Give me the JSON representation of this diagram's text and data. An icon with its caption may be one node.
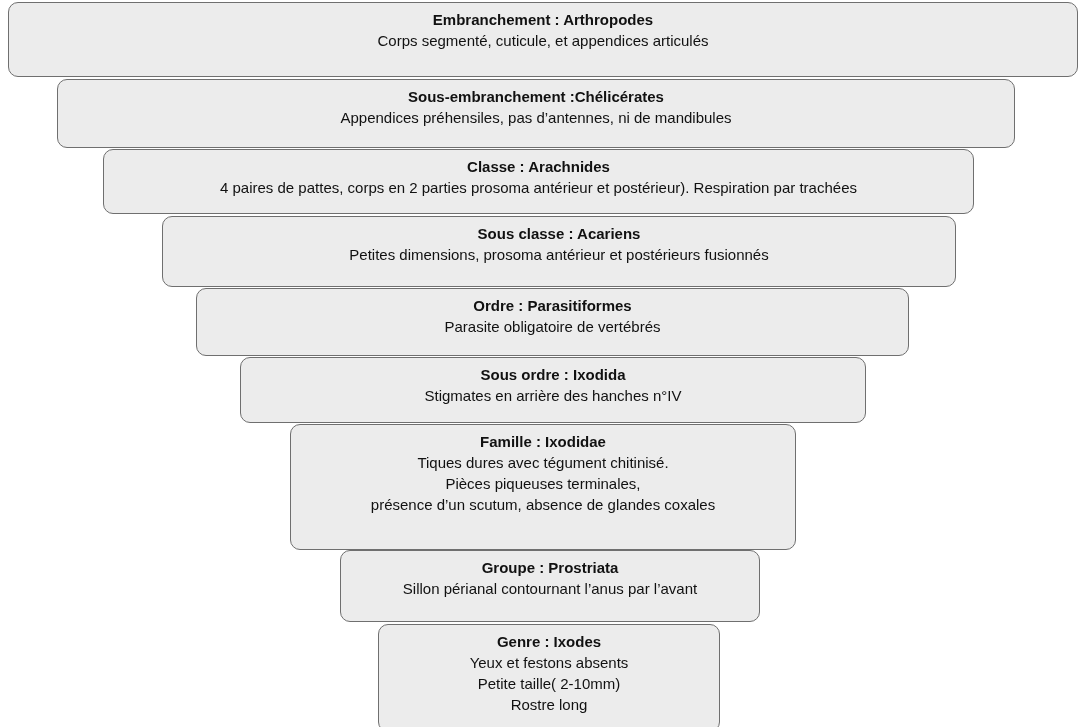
{
  "diagram": {
    "nodes": [
      {
        "text": [
          "Embranchement :  Arthropodes",
          "Corps segmenté, cuticule, et appendices articulés"
        ]
      },
      {
        "text": [
          "Sous-embranchement :Chélicérates",
          "Appendices préhensiles, pas d’antennes, ni de mandibules"
        ]
      },
      {
        "text": [
          "Classe :  Arachnides",
          "4 paires de pattes, corps en 2 parties prosoma antérieur et postérieur). Respiration par trachées"
        ]
      },
      {
        "text": [
          "Sous classe : Acariens",
          "Petites dimensions, prosoma antérieur et postérieurs fusionnés"
        ]
      },
      {
        "text": [
          "Ordre :  Parasitiformes",
          "Parasite obligatoire de vertébrés"
        ]
      },
      {
        "text": [
          "Sous ordre : Ixodida",
          "Stigmates en arrière des hanches n°IV"
        ]
      },
      {
        "text": [
          "Famille : Ixodidae",
          "Tiques dures avec tégument chitinisé.",
          "Pièces piqueuses terminales,",
          "présence d’un scutum, absence de glandes coxales"
        ]
      },
      {
        "text": [
          "Groupe : Prostriata",
          "Sillon périanal contournant l’anus par l’avant"
        ]
      },
      {
        "text": [
          "Genre : Ixodes",
          "Yeux et festons absents",
          "Petite taille( 2-10mm)",
          "Rostre long"
        ]
      }
    ]
  }
}
